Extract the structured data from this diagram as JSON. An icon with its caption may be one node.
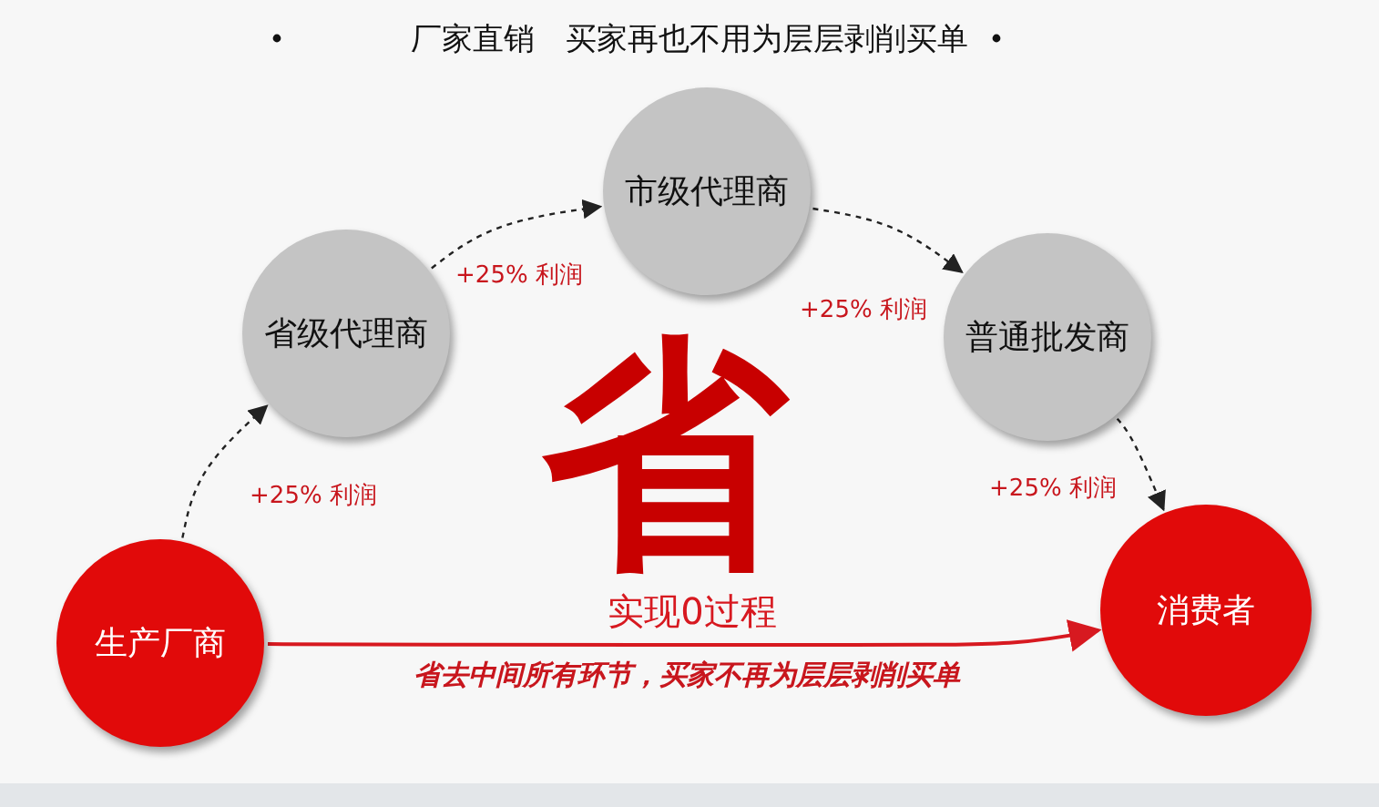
{
  "diagram": {
    "title": "厂家直销　买家再也不用为层层剥削买单",
    "nodes": [
      {
        "text": [
          "生产厂商"
        ]
      },
      {
        "text": [
          "省级代理商"
        ]
      },
      {
        "text": [
          "市级代理商"
        ]
      },
      {
        "text": [
          "普通批发商"
        ]
      },
      {
        "text": [
          "消费者"
        ]
      }
    ],
    "edges": [
      {
        "from": 0,
        "to": 1,
        "arrow": "to",
        "style": "dashed",
        "label": "+25% 利润"
      },
      {
        "from": 1,
        "to": 2,
        "arrow": "to",
        "style": "dashed",
        "label": "+25% 利润"
      },
      {
        "from": 2,
        "to": 3,
        "arrow": "to",
        "style": "dashed",
        "label": "+25% 利润"
      },
      {
        "from": 3,
        "to": 4,
        "arrow": "to",
        "style": "dashed",
        "label": "+25% 利润"
      },
      {
        "from": 0,
        "to": 4,
        "arrow": "to",
        "color": "#d71920",
        "label": "实现0过程"
      }
    ],
    "labels": [
      "省",
      "省去中间所有环节，买家不再为层层剥削买单"
    ]
  }
}
